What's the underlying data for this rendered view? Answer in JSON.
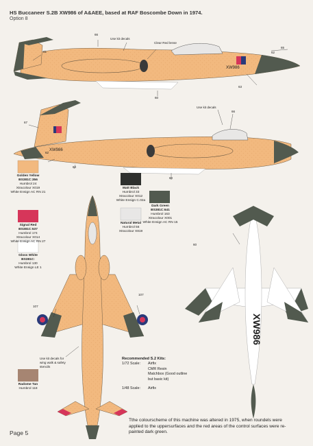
{
  "header": {
    "title": "HS Buccaneer S.2B  XW986 of A&AEE, based at RAF Boscombe Down in 1974.",
    "option": "Option 8"
  },
  "callouts": {
    "use_kit_decals_1": "Use kit decals",
    "clear_red_lense": "Clear Red lense",
    "use_kit_decals_2": "Use kit decals",
    "wing_walk": [
      "Use kit decals for",
      "wing walk & safety",
      "stencils"
    ]
  },
  "numbers": {
    "n66a": "66",
    "n61": "61",
    "n65": "65",
    "n62a": "62",
    "n63a": "63",
    "n60a": "60",
    "n66b": "66",
    "n67": "67",
    "n62b": "62",
    "n63b": "63",
    "n60b": "60",
    "n107a": "107",
    "n107b": "107",
    "n60c": "60"
  },
  "serials": {
    "side": "XW986",
    "underside": "XW986"
  },
  "colours": [
    {
      "id": "golden_yellow",
      "hex": "#f2b97f",
      "lines": [
        "Golden Yellow",
        "BS381C:356",
        "Humbrol 24",
        "Xtracolour X019",
        "White Ensign AC RN 21"
      ]
    },
    {
      "id": "signal_red",
      "hex": "#d6365a",
      "lines": [
        "Signal Red",
        "BS381C:537",
        "Humbrol 174",
        "Xtracolour X014",
        "White Ensign AC RN 27"
      ]
    },
    {
      "id": "gloss_white",
      "hex": "#ffffff",
      "lines": [
        "Gloss White",
        "BS381C:",
        "Humbrol 130",
        "White Ensign LE 1"
      ]
    },
    {
      "id": "radome_tan",
      "hex": "#a68572",
      "lines": [
        "Radome Tan",
        "Humbrol 118"
      ]
    },
    {
      "id": "matt_black",
      "hex": "#2e302e",
      "lines": [
        "Matt Black",
        "Humbrol 33",
        "Xtracolour X012",
        "White Ensign C.02a"
      ]
    },
    {
      "id": "natural_metal",
      "hex": "#e8e7e6",
      "lines": [
        "Natural Metal",
        "Humbrol 56",
        "Xtracolour X819"
      ]
    },
    {
      "id": "dark_green",
      "hex": "#525a4f",
      "lines": [
        "Dark Green",
        "BS381C:641",
        "Humbrol 163",
        "Xtracolour X001",
        "White Ensign AC RN 15"
      ]
    }
  ],
  "kits": {
    "heading": "Recommended S.2 Kits:",
    "rows": [
      {
        "scale": "1/72 Scale:",
        "kits": [
          "Airfix",
          "CMR Resin",
          "Matchbox (Good outline",
          "but basic kit)"
        ]
      },
      {
        "scale": "1/48 Scale:",
        "kits": [
          "Airfix"
        ]
      }
    ]
  },
  "note": "Tthe colourscheme of this machine was altered in 1975, when roundels were applied to the uppersurfaces and the red areas of the control surfaces were re-painted dark green.",
  "page": "Page 5"
}
